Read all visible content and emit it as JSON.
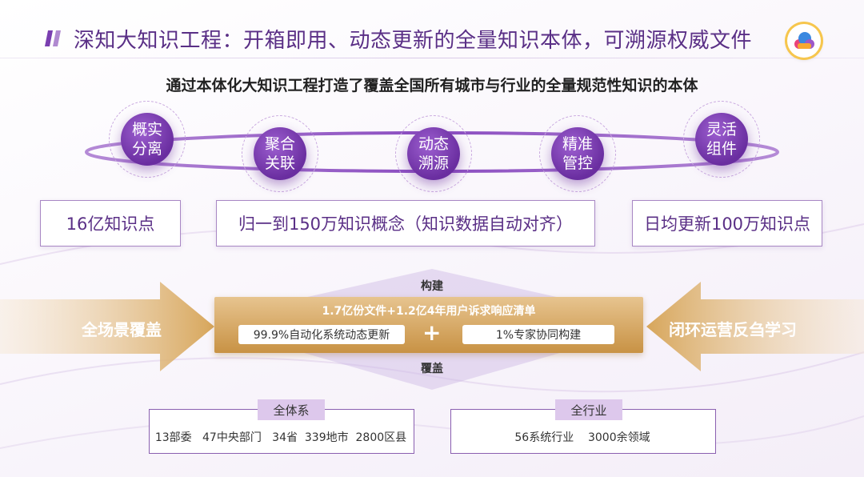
{
  "header": {
    "title": "深知大知识工程：开箱即用、动态更新的全量知识本体，可溯源权威文件",
    "logo_icon": "cloud-logo-icon"
  },
  "subtitle": "通过本体化大知识工程打造了覆盖全国所有城市与行业的全量规范性知识的本体",
  "features": [
    {
      "label": "概实\n分离"
    },
    {
      "label": "聚合\n关联"
    },
    {
      "label": "动态\n溯源"
    },
    {
      "label": "精准\n管控"
    },
    {
      "label": "灵活\n组件"
    }
  ],
  "stats": [
    {
      "label": "16亿知识点"
    },
    {
      "label": "归一到150万知识概念（知识数据自动对齐）"
    },
    {
      "label": "日均更新100万知识点"
    }
  ],
  "center": {
    "top_label": "构建",
    "bottom_label": "覆盖",
    "headline": "1.7亿份文件+1.2亿4年用户诉求响应清单",
    "left_pill": "99.9%自动化系统动态更新",
    "plus": "+",
    "right_pill": "1%专家协同构建"
  },
  "left_arrow": {
    "label": "全场景覆盖"
  },
  "right_arrow": {
    "label": "闭环运营反刍学习"
  },
  "coverage": [
    {
      "tag": "全体系",
      "text": "13部委   47中央部门   34省  339地市  2800区县"
    },
    {
      "tag": "全行业",
      "text": "56系统行业    3000余领域"
    }
  ],
  "colors": {
    "primary": "#6a2ea0",
    "gold": "#c89244",
    "title": "#5a2f86"
  }
}
